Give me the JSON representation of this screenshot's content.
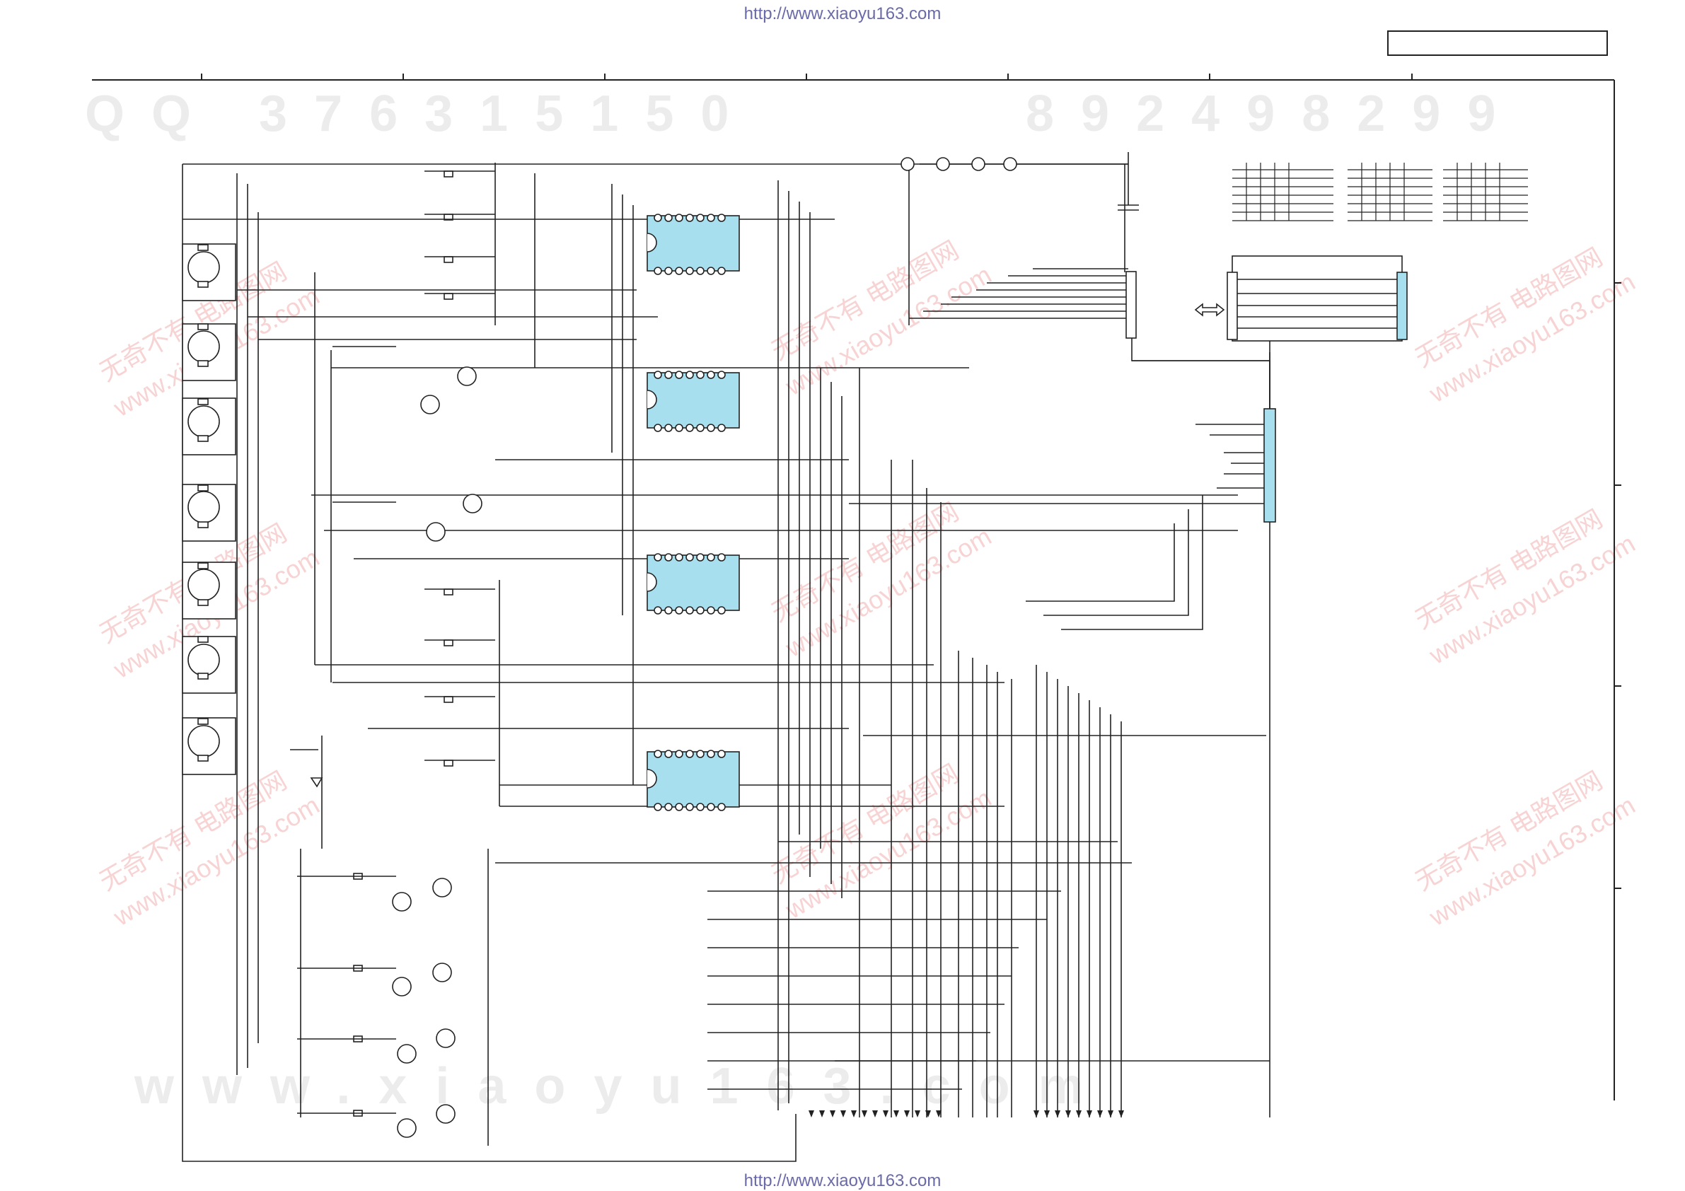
{
  "header": {
    "url_top": "http://www.xiaoyu163.com"
  },
  "footer": {
    "url_bottom": "http://www.xiaoyu163.com"
  },
  "watermarks": {
    "qq": "QQ 376315150",
    "phone": "892498299",
    "site": "www.xiaoyu163.com",
    "cn": "无奇不有 电路图网"
  },
  "colors": {
    "ic_fill": "#a7dfee",
    "connector_fill": "#a7dfee",
    "line": "#222222",
    "watermark_gray": "#ececec",
    "watermark_red": "#f7d3d3"
  }
}
